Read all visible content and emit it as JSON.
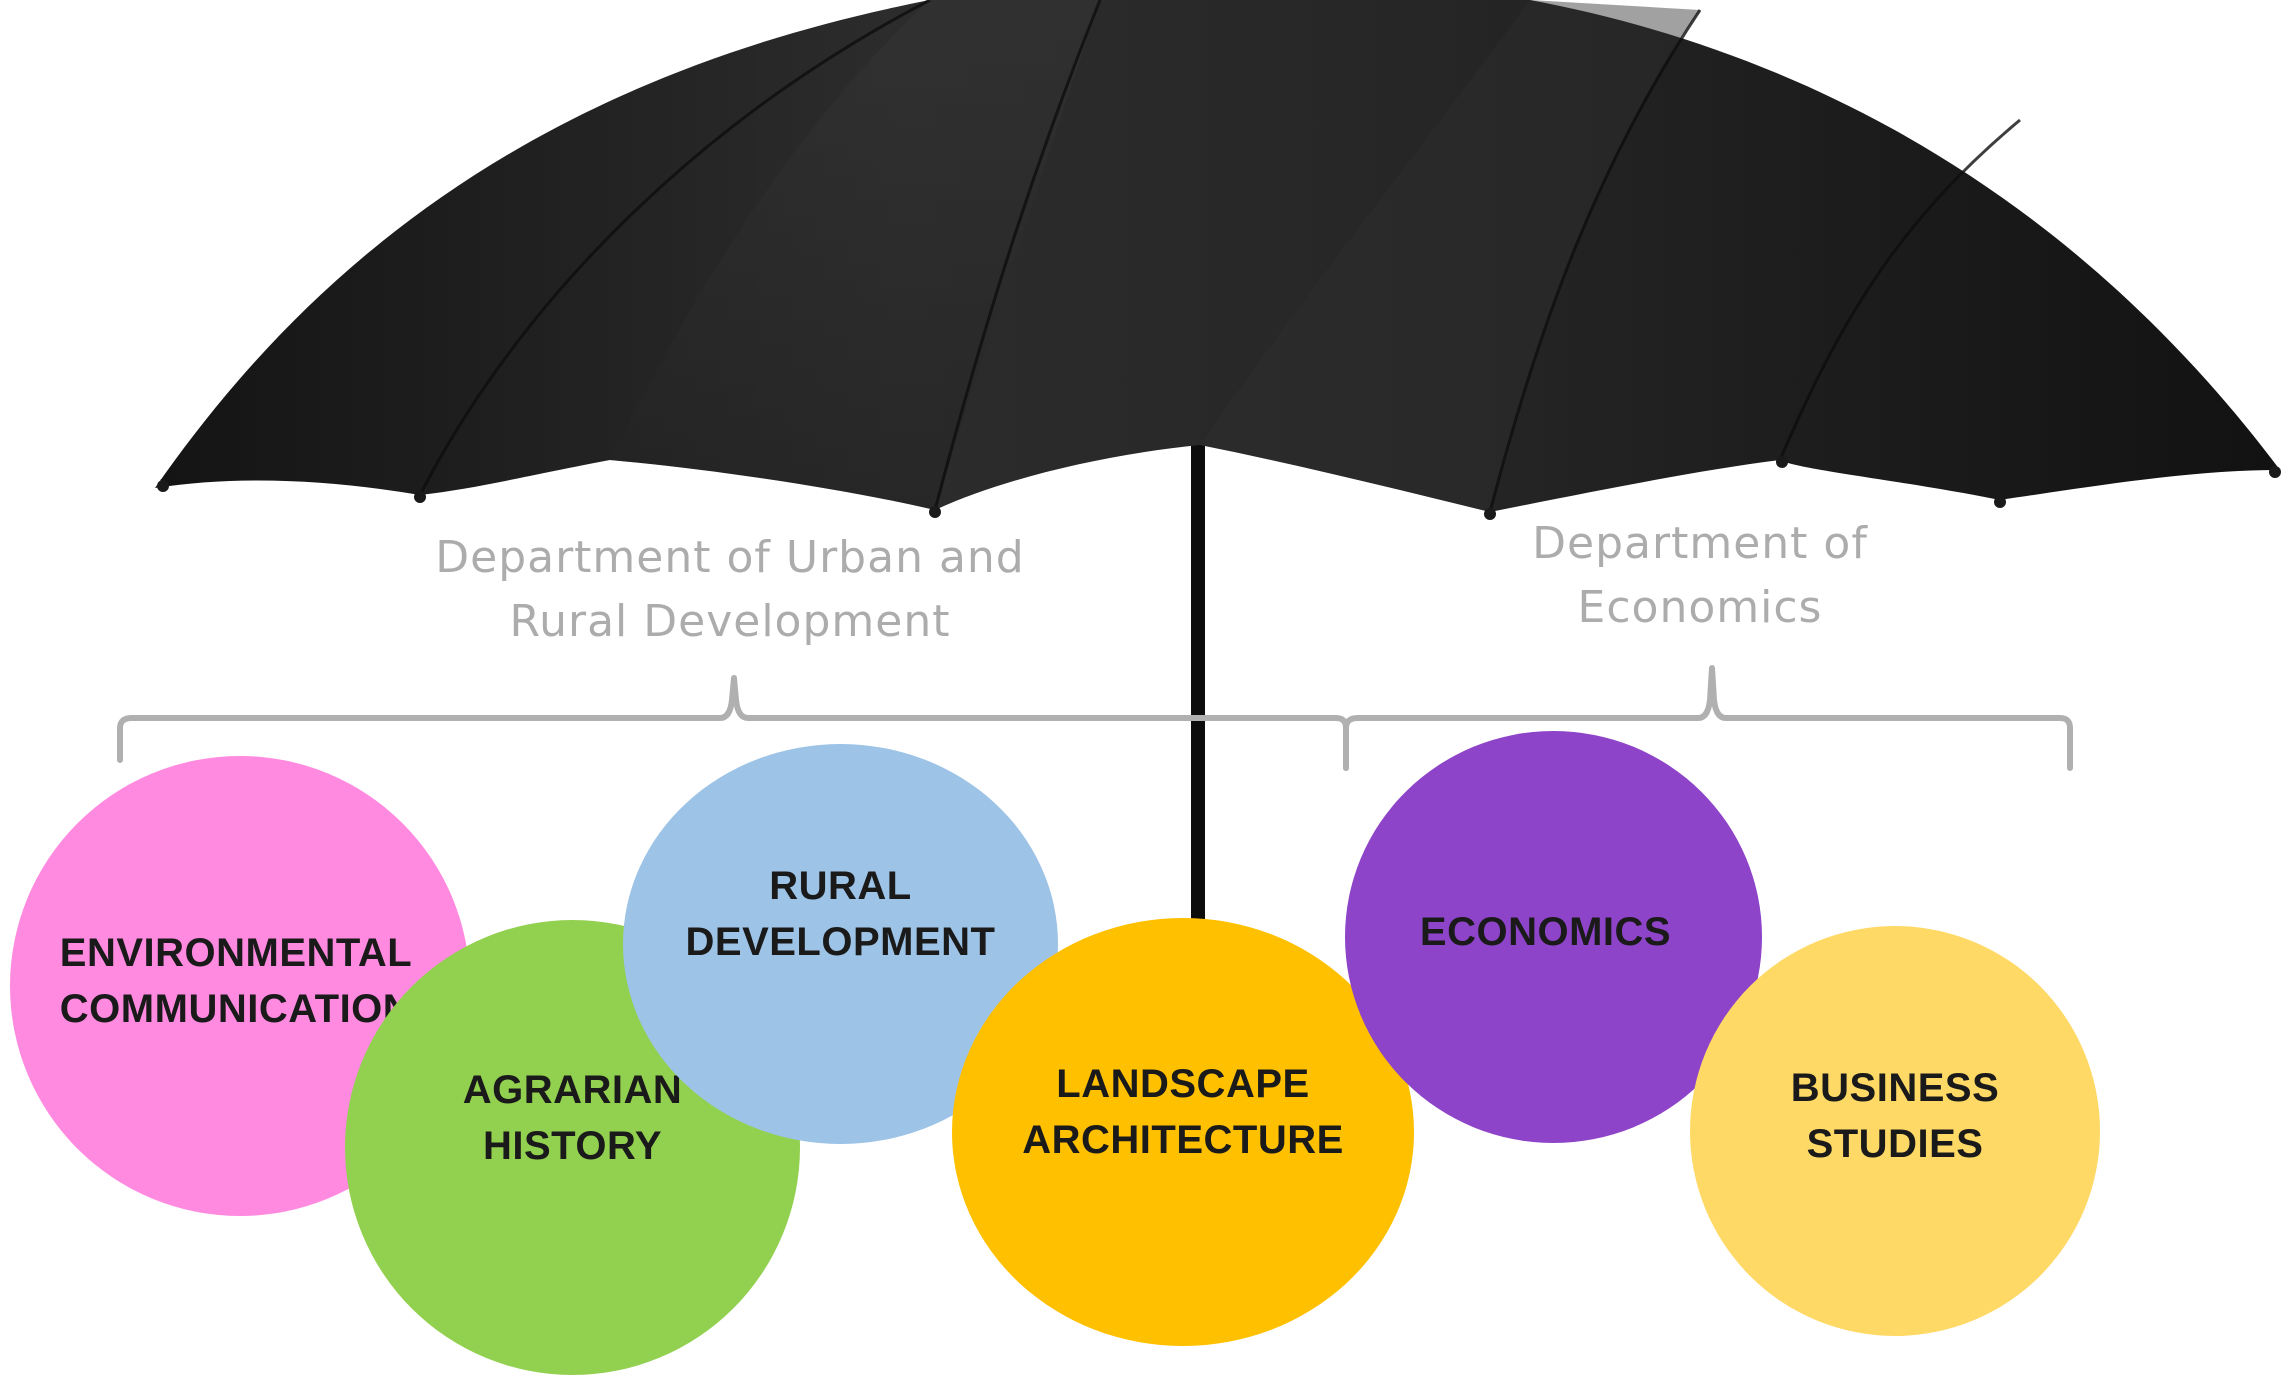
{
  "departments": {
    "urban_rural": "Department of Urban and\nRural Development",
    "economics": "Department of\nEconomics"
  },
  "subjects": {
    "environmental_communication": "ENVIRONMENTAL\nCOMMUNICATION",
    "agrarian_history": "AGRARIAN\nHISTORY",
    "rural_development": "RURAL\nDEVELOPMENT",
    "landscape_architecture": "LANDSCAPE\nARCHITECTURE",
    "economics": "ECONOMICS",
    "business_studies": "BUSINESS\nSTUDIES"
  },
  "colors": {
    "environmental_communication": "#ff8ae0",
    "agrarian_history": "#92d050",
    "rural_development": "#9dc3e6",
    "landscape_architecture": "#ffc000",
    "economics": "#8e44c8",
    "business_studies": "#ffd966",
    "bracket": "#b0b0b0",
    "umbrella": "#1f1f1f"
  },
  "icons": {
    "umbrella": "umbrella-icon"
  }
}
